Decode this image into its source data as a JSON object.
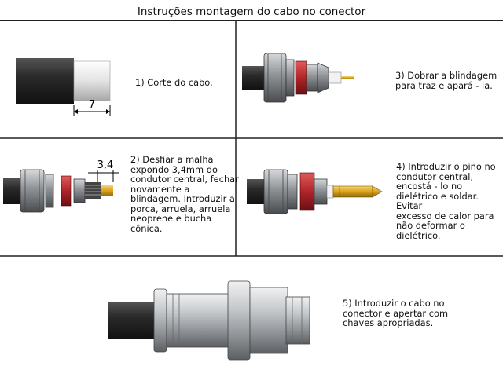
{
  "header": {
    "title": "Instruções montagem do cabo no conector"
  },
  "steps": [
    {
      "id": 1,
      "caption_lines": [
        "1) Corte do cabo."
      ],
      "dimension": "7"
    },
    {
      "id": 2,
      "caption_lines": [
        "2) Desfiar a malha",
        "expondo 3,4mm do",
        "condutor central, fechar",
        "novamente a",
        "blindagem. Introduzir a",
        "porca, arruela, arruela",
        "neoprene e bucha",
        "cônica."
      ],
      "dimension": "3,4"
    },
    {
      "id": 3,
      "caption_lines": [
        "3) Dobrar a blindagem",
        "para traz e apará - la."
      ]
    },
    {
      "id": 4,
      "caption_lines": [
        "4) Introduzir o pino no",
        "condutor central,",
        "encostá - lo no",
        "dielétrico e soldar. Evitar",
        "excesso de calor para",
        "não deformar o",
        "dielétrico."
      ]
    },
    {
      "id": 5,
      "caption_lines": [
        "5) Introduzir o cabo no",
        "conector e apertar com",
        "chaves apropriadas."
      ]
    }
  ],
  "colors": {
    "gold": "#d9a21b",
    "red": "#b0242a",
    "cable": "#2c2c2c",
    "steel": "#9a9ea3"
  }
}
